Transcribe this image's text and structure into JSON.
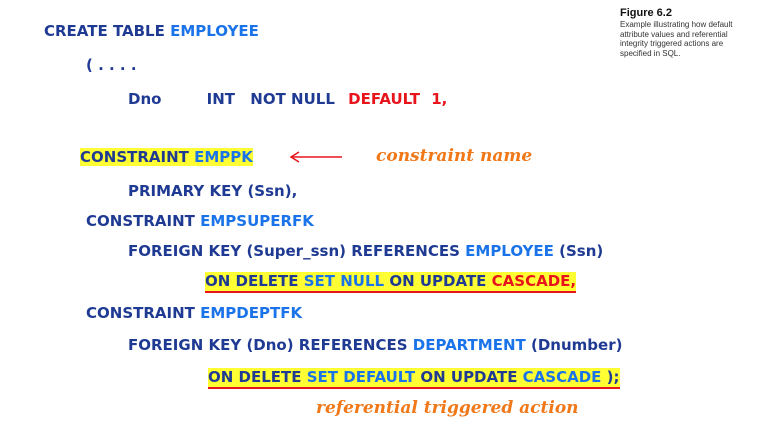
{
  "figure": {
    "number": "Figure 6.2",
    "caption": "Example illustrating how default attribute values and referential integrity triggered actions are specified in SQL."
  },
  "code": {
    "line1": {
      "kw": "CREATE TABLE",
      "name": "EMPLOYEE"
    },
    "line2": "( . . . .",
    "line3": {
      "col": "Dno",
      "type": "INT",
      "nn": "NOT NULL",
      "def": "DEFAULT",
      "val": "1",
      "comma": ","
    },
    "line4": {
      "kw": "CONSTRAINT",
      "name": "EMPPK"
    },
    "line5": {
      "kw": "PRIMARY KEY",
      "rest": "(Ssn),"
    },
    "line6": {
      "kw": "CONSTRAINT",
      "name": "EMPSUPERFK"
    },
    "line7": {
      "kw1": "FOREIGN KEY",
      "mid": "(Super_ssn) REFERENCES",
      "ref": "EMPLOYEE",
      "tail": "(Ssn)"
    },
    "line8": {
      "a": "ON DELETE",
      "b": "SET NULL",
      "c": "ON UPDATE",
      "d": "CASCADE",
      "e": ","
    },
    "line9": {
      "kw": "CONSTRAINT",
      "name": "EMPDEPTFK"
    },
    "line10": {
      "kw1": "FOREIGN KEY",
      "mid": "(Dno) REFERENCES",
      "ref": "DEPARTMENT",
      "tail": "(Dnumber)"
    },
    "line11": {
      "a": "ON DELETE",
      "b": "SET DEFAULT",
      "c": "ON UPDATE",
      "d": "CASCADE",
      "e": ");"
    }
  },
  "annotations": {
    "constraint_name": "constraint name",
    "triggered_action": "referential triggered action"
  },
  "colors": {
    "dark_blue": "#1f3a93",
    "bright_blue": "#1a73e8",
    "red": "#e8141c",
    "highlight": "#ffff33",
    "annotation": "#f07818"
  }
}
